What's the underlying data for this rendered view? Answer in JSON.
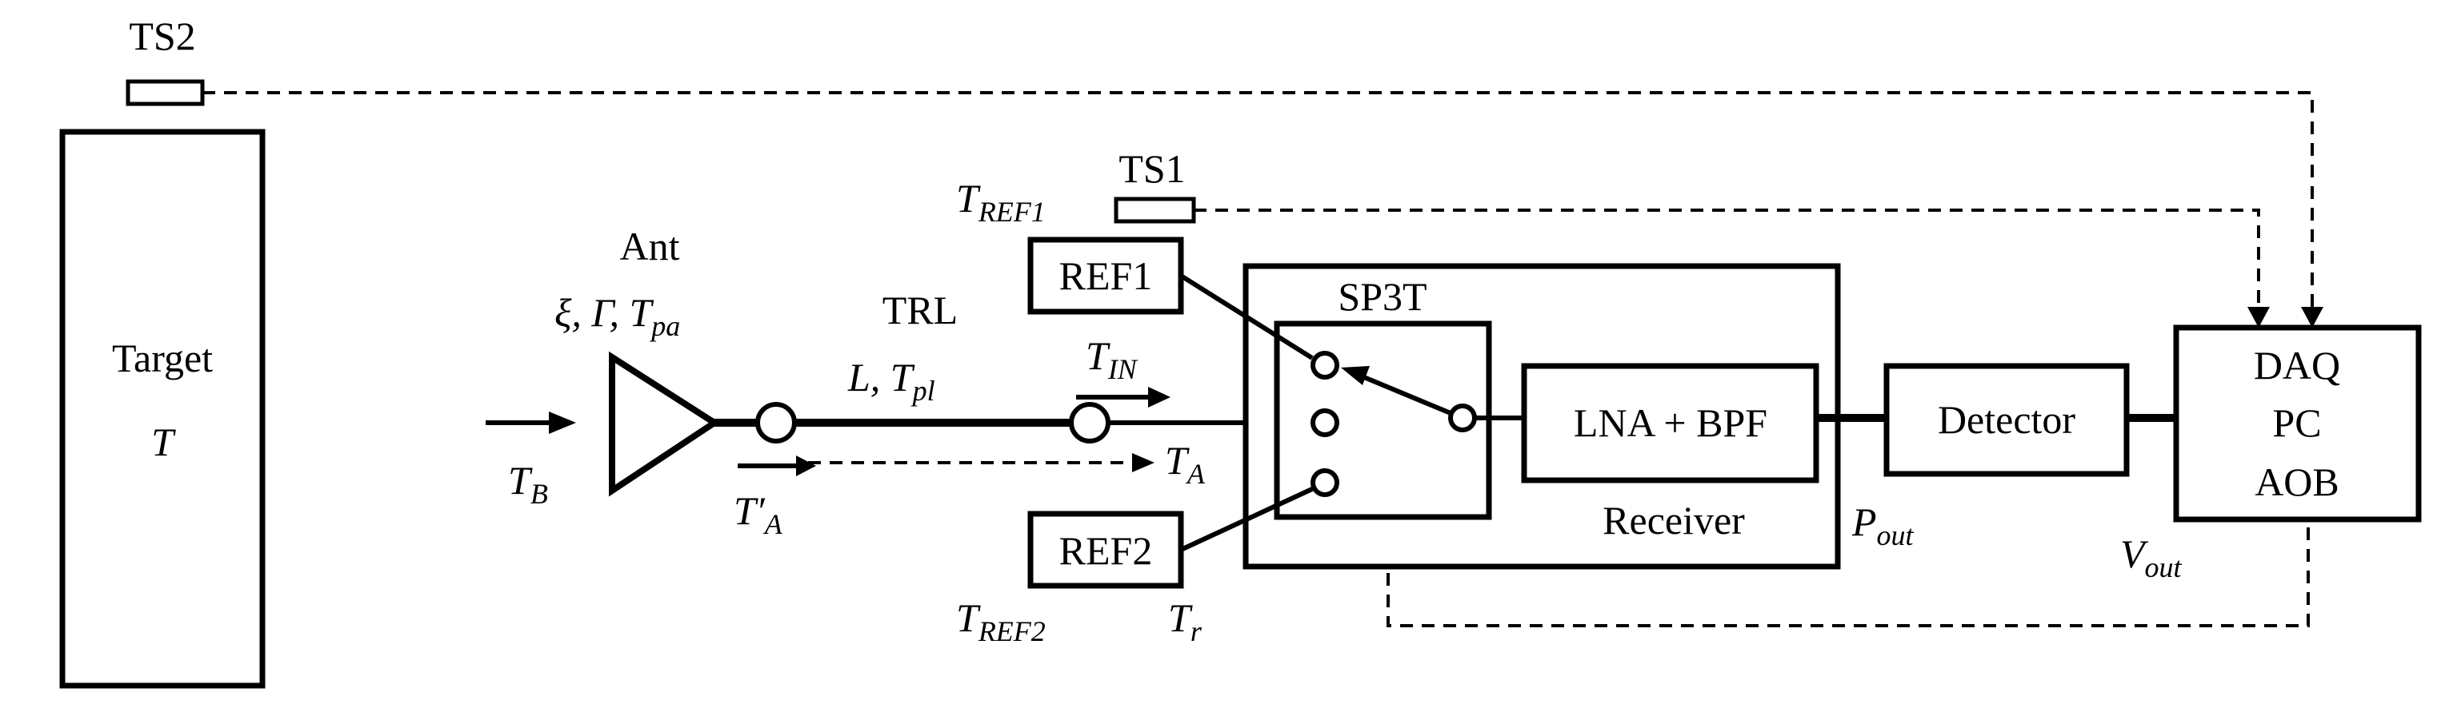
{
  "labels": {
    "ts2": "TS2",
    "ts1": "TS1",
    "target_name": "Target",
    "target_var": "T",
    "ant": "Ant",
    "ant_params_pre": "ξ, Γ, T",
    "ant_params_sub": "pa",
    "trl": "TRL",
    "trl_params_pre": "L, T",
    "trl_params_sub": "pl",
    "tb": "T",
    "tb_sub": "B",
    "ta_prime": "T′",
    "ta_prime_sub": "A",
    "tin": "T",
    "tin_sub": "IN",
    "ta": "T",
    "ta_sub": "A",
    "tref1": "T",
    "tref1_sub": "REF1",
    "tref2": "T",
    "tref2_sub": "REF2",
    "tr": "T",
    "tr_sub": "r",
    "ref1": "REF1",
    "ref2": "REF2",
    "sp3t": "SP3T",
    "lna_bpf": "LNA + BPF",
    "receiver": "Receiver",
    "detector": "Detector",
    "pout": "P",
    "pout_sub": "out",
    "vout": "V",
    "vout_sub": "out",
    "daq": "DAQ",
    "pc": "PC",
    "aob": "AOB"
  }
}
